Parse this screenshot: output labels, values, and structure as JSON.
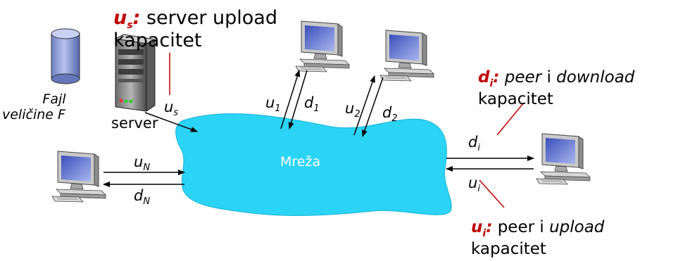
{
  "colors": {
    "cloud": "#2bd3f5",
    "cloud_edge": "#17b3d6",
    "accent_red": "#c00000",
    "line": "#000000"
  },
  "icons": [
    "database-cylinder-icon",
    "server-tower-icon",
    "desktop-computer-icon"
  ],
  "server_callout": {
    "symbol": "u",
    "subscript": "s",
    "colon": ":",
    "text": "server upload",
    "text2": "kapacitet"
  },
  "file": {
    "line1": "Fajl",
    "line2": "veličine F"
  },
  "server_label": "server",
  "us_label": {
    "symbol": "u",
    "subscript": "s"
  },
  "network_label": "Mreža",
  "peer1": {
    "u": "u",
    "u_sub": "1",
    "d": "d",
    "d_sub": "1"
  },
  "peer2": {
    "u": "u",
    "u_sub": "2",
    "d": "d",
    "d_sub": "2"
  },
  "peerN": {
    "u": "u",
    "u_sub": "N",
    "d": "d",
    "d_sub": "N"
  },
  "peeri": {
    "d": "d",
    "d_sub": "i",
    "u": "u",
    "u_sub": "i"
  },
  "download_callout": {
    "symbol": "d",
    "subscript": "i",
    "colon": ":",
    "word1": "peer",
    "word2": " i ",
    "word3": "download",
    "line2": "kapacitet"
  },
  "upload_callout": {
    "symbol": "u",
    "subscript": "i",
    "colon": ":",
    "word1": " peer i ",
    "word2": "upload",
    "line2": "kapacitet"
  }
}
